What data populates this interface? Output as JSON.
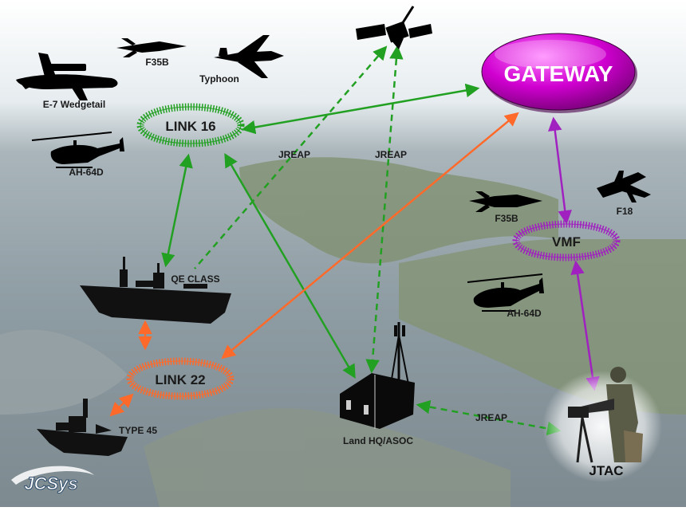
{
  "nodes": {
    "gateway": "GATEWAY",
    "link16": "LINK 16",
    "link22": "LINK 22",
    "vmf": "VMF",
    "land_hq": "Land HQ/ASOC",
    "jtac": "JTAC"
  },
  "platforms": {
    "e7": "E-7 Wedgetail",
    "f35b_top": "F35B",
    "typhoon": "Typhoon",
    "ah64d_left": "AH-64D",
    "qe_class": "QE CLASS",
    "type45": "TYPE 45",
    "f35b_right": "F35B",
    "f18": "F18",
    "ah64d_right": "AH-64D"
  },
  "links": {
    "jreap_left": "JREAP",
    "jreap_center": "JREAP",
    "jreap_bottom": "JREAP"
  },
  "brand": {
    "logo": "JCSys"
  },
  "colors": {
    "link16": "#22a022",
    "link22": "#ff6a2a",
    "vmf": "#a020c0",
    "gateway": "#c000c0",
    "sky": "#dfe6ea",
    "sea": "#8a9aa2"
  }
}
